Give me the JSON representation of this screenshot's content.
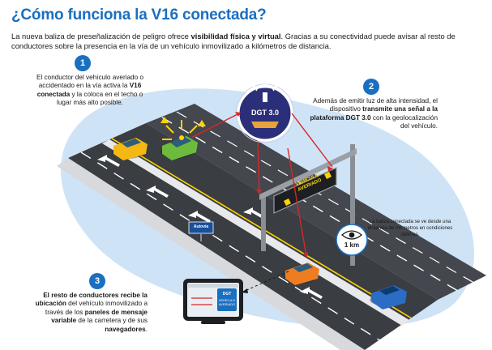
{
  "title": "¿Cómo funciona la V16 conectada?",
  "intro": {
    "part1": "La nueva baliza de preseñalización de peligro ofrece ",
    "bold": "visibilidad física y virtual",
    "part2": ". Gracias a su conectividad puede avisar al resto de conductores sobre la presencia en la vía de un vehículo inmovilizado a kilómetros de distancia."
  },
  "steps": [
    {
      "number": "1",
      "t1": "El conductor del vehículo averiado o accidentado en la vía activa la ",
      "b1": "V16 conectada",
      "t2": " y la coloca en el techo o lugar más alto posible."
    },
    {
      "number": "2",
      "t1": "Además de emitir luz de alta intensidad, el dispositivo ",
      "b1": "transmite una señal a la plataforma DGT 3.0",
      "t2": " con la geolocalización del vehículo."
    },
    {
      "number": "3",
      "b0": "El resto de conductores recibe la ubicación",
      "t1": " del vehículo inmovilizado a través de los ",
      "b1": "paneles de mensaje variable",
      "t2": " de la carretera y de sus ",
      "b2": "navegadores",
      "t3": "."
    }
  ],
  "dgt_label": "DGT 3.0",
  "panel_text": {
    "line1": "VEHÍCULO",
    "line2": "AVERIADO"
  },
  "eye": {
    "distance": "1 km",
    "note": "La baliza conectada se ve desde una distancia de mil metros en condiciones óptimas."
  },
  "road_sign": "Autovía",
  "nav_screen": {
    "brand": "DGT",
    "message": "VEHÍCULO AVERIADO"
  },
  "colors": {
    "accent": "#1a6fc0",
    "bubble": "#cfe3f6",
    "road": "#3a3d42",
    "beacon": "#ffd400",
    "signal": "#d62828"
  }
}
